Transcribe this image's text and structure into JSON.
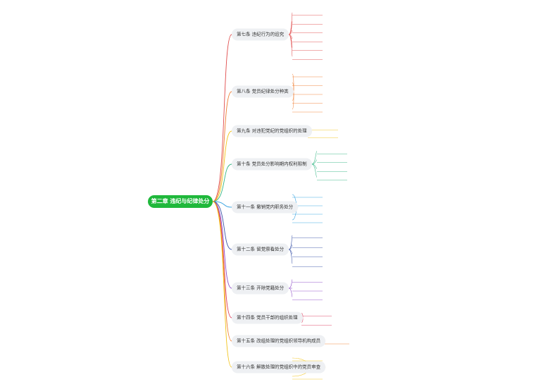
{
  "root": {
    "label": "第二章 违纪与纪律处分",
    "color": "#1fb83b"
  },
  "branches": [
    {
      "label": "第七条 违纪行为的追究",
      "color": "#e04b4b",
      "leaves": [
        "",
        "",
        "",
        "",
        "",
        ""
      ]
    },
    {
      "label": "第八条 党员纪律处分种类",
      "color": "#ef7d31",
      "leaves": [
        "",
        "",
        "",
        "",
        ""
      ]
    },
    {
      "label": "第九条 对违犯党纪的党组织的处理",
      "color": "#f2c318",
      "leaves": [
        "",
        ""
      ]
    },
    {
      "label": "第十条 党员处分影响期内权利限制",
      "color": "#35b685",
      "leaves": [
        "",
        "",
        "",
        ""
      ]
    },
    {
      "label": "第十一条 撤销党内职务处分",
      "color": "#2f9fe0",
      "leaves": [
        "",
        "",
        "",
        ""
      ]
    },
    {
      "label": "第十二条 留党察看处分",
      "color": "#3b54a8",
      "leaves": [
        "",
        "",
        "",
        ""
      ]
    },
    {
      "label": "第十三条 开除党籍处分",
      "color": "#8d4bc7",
      "leaves": [
        "",
        "",
        ""
      ]
    },
    {
      "label": "第十四条 党员干部的组织处理",
      "color": "#dd3f5d",
      "leaves": [
        "",
        ""
      ]
    },
    {
      "label": "第十五条 改组处理的党组织领导机构成员",
      "color": "#ef7d31",
      "leaves": [
        ""
      ]
    },
    {
      "label": "第十六条 解散处理的党组织中的党员审查",
      "color": "#f2c318",
      "leaves": [
        "",
        "",
        ""
      ]
    }
  ]
}
